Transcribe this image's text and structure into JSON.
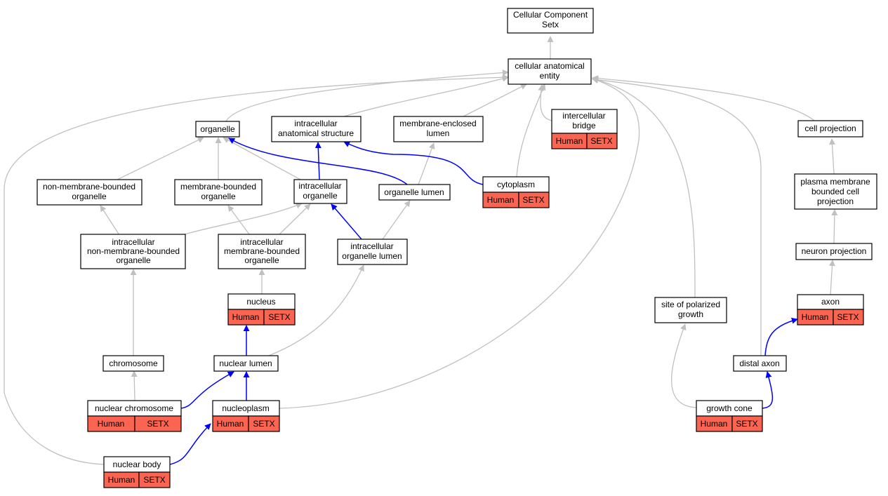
{
  "colors": {
    "gray_edge": "#c0c0c0",
    "blue_edge": "#0000ff",
    "annotation": "#fa6450"
  },
  "nodes": {
    "cellular_component_setx": {
      "lines": [
        "Cellular Component",
        "Setx"
      ]
    },
    "cellular_anatomical_entity": {
      "lines": [
        "cellular anatomical",
        "entity"
      ]
    },
    "organelle": {
      "lines": [
        "organelle"
      ]
    },
    "intracellular_anatomical_structure": {
      "lines": [
        "intracellular",
        "anatomical structure"
      ]
    },
    "membrane_enclosed_lumen": {
      "lines": [
        "membrane-enclosed",
        "lumen"
      ]
    },
    "intercellular_bridge": {
      "lines": [
        "intercellular",
        "bridge"
      ],
      "annotation": [
        "Human",
        "SETX"
      ]
    },
    "cell_projection": {
      "lines": [
        "cell projection"
      ]
    },
    "non_membrane_bounded_organelle": {
      "lines": [
        "non-membrane-bounded",
        "organelle"
      ]
    },
    "membrane_bounded_organelle": {
      "lines": [
        "membrane-bounded",
        "organelle"
      ]
    },
    "intracellular_organelle": {
      "lines": [
        "intracellular",
        "organelle"
      ]
    },
    "organelle_lumen": {
      "lines": [
        "organelle lumen"
      ]
    },
    "cytoplasm": {
      "lines": [
        "cytoplasm"
      ],
      "annotation": [
        "Human",
        "SETX"
      ]
    },
    "plasma_membrane_bounded_cell_projection": {
      "lines": [
        "plasma membrane",
        "bounded cell",
        "projection"
      ]
    },
    "intracellular_non_membrane_bounded_organelle": {
      "lines": [
        "intracellular",
        "non-membrane-bounded",
        "organelle"
      ]
    },
    "intracellular_membrane_bounded_organelle": {
      "lines": [
        "intracellular",
        "membrane-bounded",
        "organelle"
      ]
    },
    "intracellular_organelle_lumen": {
      "lines": [
        "intracellular",
        "organelle lumen"
      ]
    },
    "neuron_projection": {
      "lines": [
        "neuron projection"
      ]
    },
    "nucleus": {
      "lines": [
        "nucleus"
      ],
      "annotation": [
        "Human",
        "SETX"
      ]
    },
    "site_of_polarized_growth": {
      "lines": [
        "site of polarized",
        "growth"
      ]
    },
    "axon": {
      "lines": [
        "axon"
      ],
      "annotation": [
        "Human",
        "SETX"
      ]
    },
    "chromosome": {
      "lines": [
        "chromosome"
      ]
    },
    "nuclear_lumen": {
      "lines": [
        "nuclear lumen"
      ]
    },
    "distal_axon": {
      "lines": [
        "distal axon"
      ]
    },
    "nuclear_chromosome": {
      "lines": [
        "nuclear chromosome"
      ],
      "annotation": [
        "Human",
        "SETX"
      ]
    },
    "nucleoplasm": {
      "lines": [
        "nucleoplasm"
      ],
      "annotation": [
        "Human",
        "SETX"
      ]
    },
    "growth_cone": {
      "lines": [
        "growth cone"
      ],
      "annotation": [
        "Human",
        "SETX"
      ]
    },
    "nuclear_body": {
      "lines": [
        "nuclear body"
      ],
      "annotation": [
        "Human",
        "SETX"
      ]
    }
  }
}
